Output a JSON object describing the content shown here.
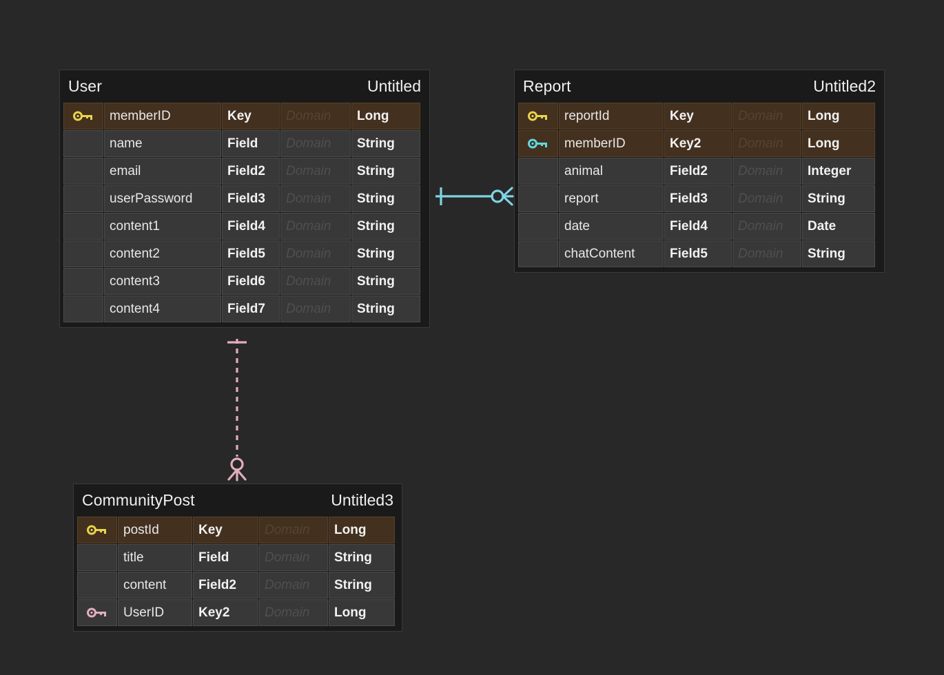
{
  "canvas": {
    "background_color": "#282828"
  },
  "theme": {
    "table_background": "#1a1a1a",
    "row_background": "#383838",
    "pk_row_background": "#43301f",
    "text_color": "#f0f0f0",
    "domain_placeholder_color": "#4f4f4f",
    "pk_key_color": "#e8d44a",
    "fk_key_cyan_color": "#5fd9e0",
    "fk_key_pink_color": "#e3aebd",
    "relationship_cyan_color": "#7fd4e3",
    "relationship_pink_color": "#e3aebd"
  },
  "tables": [
    {
      "id": "user",
      "name": "User",
      "comment": "Untitled",
      "columns": [
        {
          "key_icon": "primary-key-icon",
          "key_color": "#e8d44a",
          "is_pk": true,
          "name": "memberID",
          "option": "Key",
          "domain": "Domain",
          "type": "Long"
        },
        {
          "key_icon": "",
          "key_color": "",
          "is_pk": false,
          "name": "name",
          "option": "Field",
          "domain": "Domain",
          "type": "String"
        },
        {
          "key_icon": "",
          "key_color": "",
          "is_pk": false,
          "name": "email",
          "option": "Field2",
          "domain": "Domain",
          "type": "String"
        },
        {
          "key_icon": "",
          "key_color": "",
          "is_pk": false,
          "name": "userPassword",
          "option": "Field3",
          "domain": "Domain",
          "type": "String"
        },
        {
          "key_icon": "",
          "key_color": "",
          "is_pk": false,
          "name": "content1",
          "option": "Field4",
          "domain": "Domain",
          "type": "String"
        },
        {
          "key_icon": "",
          "key_color": "",
          "is_pk": false,
          "name": "content2",
          "option": "Field5",
          "domain": "Domain",
          "type": "String"
        },
        {
          "key_icon": "",
          "key_color": "",
          "is_pk": false,
          "name": "content3",
          "option": "Field6",
          "domain": "Domain",
          "type": "String"
        },
        {
          "key_icon": "",
          "key_color": "",
          "is_pk": false,
          "name": "content4",
          "option": "Field7",
          "domain": "Domain",
          "type": "String"
        }
      ]
    },
    {
      "id": "report",
      "name": "Report",
      "comment": "Untitled2",
      "columns": [
        {
          "key_icon": "primary-key-icon",
          "key_color": "#e8d44a",
          "is_pk": true,
          "name": "reportId",
          "option": "Key",
          "domain": "Domain",
          "type": "Long"
        },
        {
          "key_icon": "foreign-key-icon",
          "key_color": "#5fd9e0",
          "is_pk": true,
          "name": "memberID",
          "option": "Key2",
          "domain": "Domain",
          "type": "Long"
        },
        {
          "key_icon": "",
          "key_color": "",
          "is_pk": false,
          "name": "animal",
          "option": "Field2",
          "domain": "Domain",
          "type": "Integer"
        },
        {
          "key_icon": "",
          "key_color": "",
          "is_pk": false,
          "name": "report",
          "option": "Field3",
          "domain": "Domain",
          "type": "String"
        },
        {
          "key_icon": "",
          "key_color": "",
          "is_pk": false,
          "name": "date",
          "option": "Field4",
          "domain": "Domain",
          "type": "Date"
        },
        {
          "key_icon": "",
          "key_color": "",
          "is_pk": false,
          "name": "chatContent",
          "option": "Field5",
          "domain": "Domain",
          "type": "String"
        }
      ]
    },
    {
      "id": "communitypost",
      "name": "CommunityPost",
      "comment": "Untitled3",
      "columns": [
        {
          "key_icon": "primary-key-icon",
          "key_color": "#e8d44a",
          "is_pk": true,
          "name": "postId",
          "option": "Key",
          "domain": "Domain",
          "type": "Long"
        },
        {
          "key_icon": "",
          "key_color": "",
          "is_pk": false,
          "name": "title",
          "option": "Field",
          "domain": "Domain",
          "type": "String"
        },
        {
          "key_icon": "",
          "key_color": "",
          "is_pk": false,
          "name": "content",
          "option": "Field2",
          "domain": "Domain",
          "type": "String"
        },
        {
          "key_icon": "foreign-key-icon",
          "key_color": "#e3aebd",
          "is_pk": false,
          "name": "UserID",
          "option": "Key2",
          "domain": "Domain",
          "type": "Long"
        }
      ]
    }
  ],
  "relationships": [
    {
      "id": "rel-user-report",
      "from_table": "User",
      "to_table": "Report",
      "color": "#7fd4e3",
      "line_style": "solid",
      "start_cardinality": "one",
      "end_cardinality": "zero-or-many",
      "orientation": "horizontal"
    },
    {
      "id": "rel-user-communitypost",
      "from_table": "User",
      "to_table": "CommunityPost",
      "color": "#e3aebd",
      "line_style": "dashed",
      "start_cardinality": "one",
      "end_cardinality": "zero-or-many",
      "orientation": "vertical"
    }
  ]
}
